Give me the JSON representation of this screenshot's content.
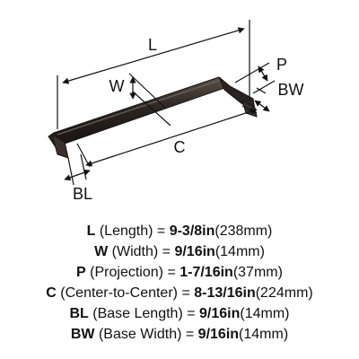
{
  "diagram": {
    "labels": {
      "length": "L",
      "width": "W",
      "projection": "P",
      "base_width": "BW",
      "center_to_center": "C",
      "base_length": "BL"
    }
  },
  "specs": [
    {
      "key": "L",
      "desc": "(Length)",
      "value": "9-3/8in",
      "metric": "(238mm)"
    },
    {
      "key": "W",
      "desc": "(Width)",
      "value": "9/16in",
      "metric": "(14mm)"
    },
    {
      "key": "P",
      "desc": "(Projection)",
      "value": "1-7/16in",
      "metric": "(37mm)"
    },
    {
      "key": "C",
      "desc": "(Center-to-Center)",
      "value": "8-13/16in",
      "metric": "(224mm)"
    },
    {
      "key": "BL",
      "desc": "(Base Length)",
      "value": "9/16in",
      "metric": "(14mm)"
    },
    {
      "key": "BW",
      "desc": "(Base Width)",
      "value": "9/16in",
      "metric": "(14mm)"
    }
  ],
  "colors": {
    "handle": "#2a2320",
    "handle_highlight": "#5a4d46",
    "dimension_line": "#111111"
  }
}
